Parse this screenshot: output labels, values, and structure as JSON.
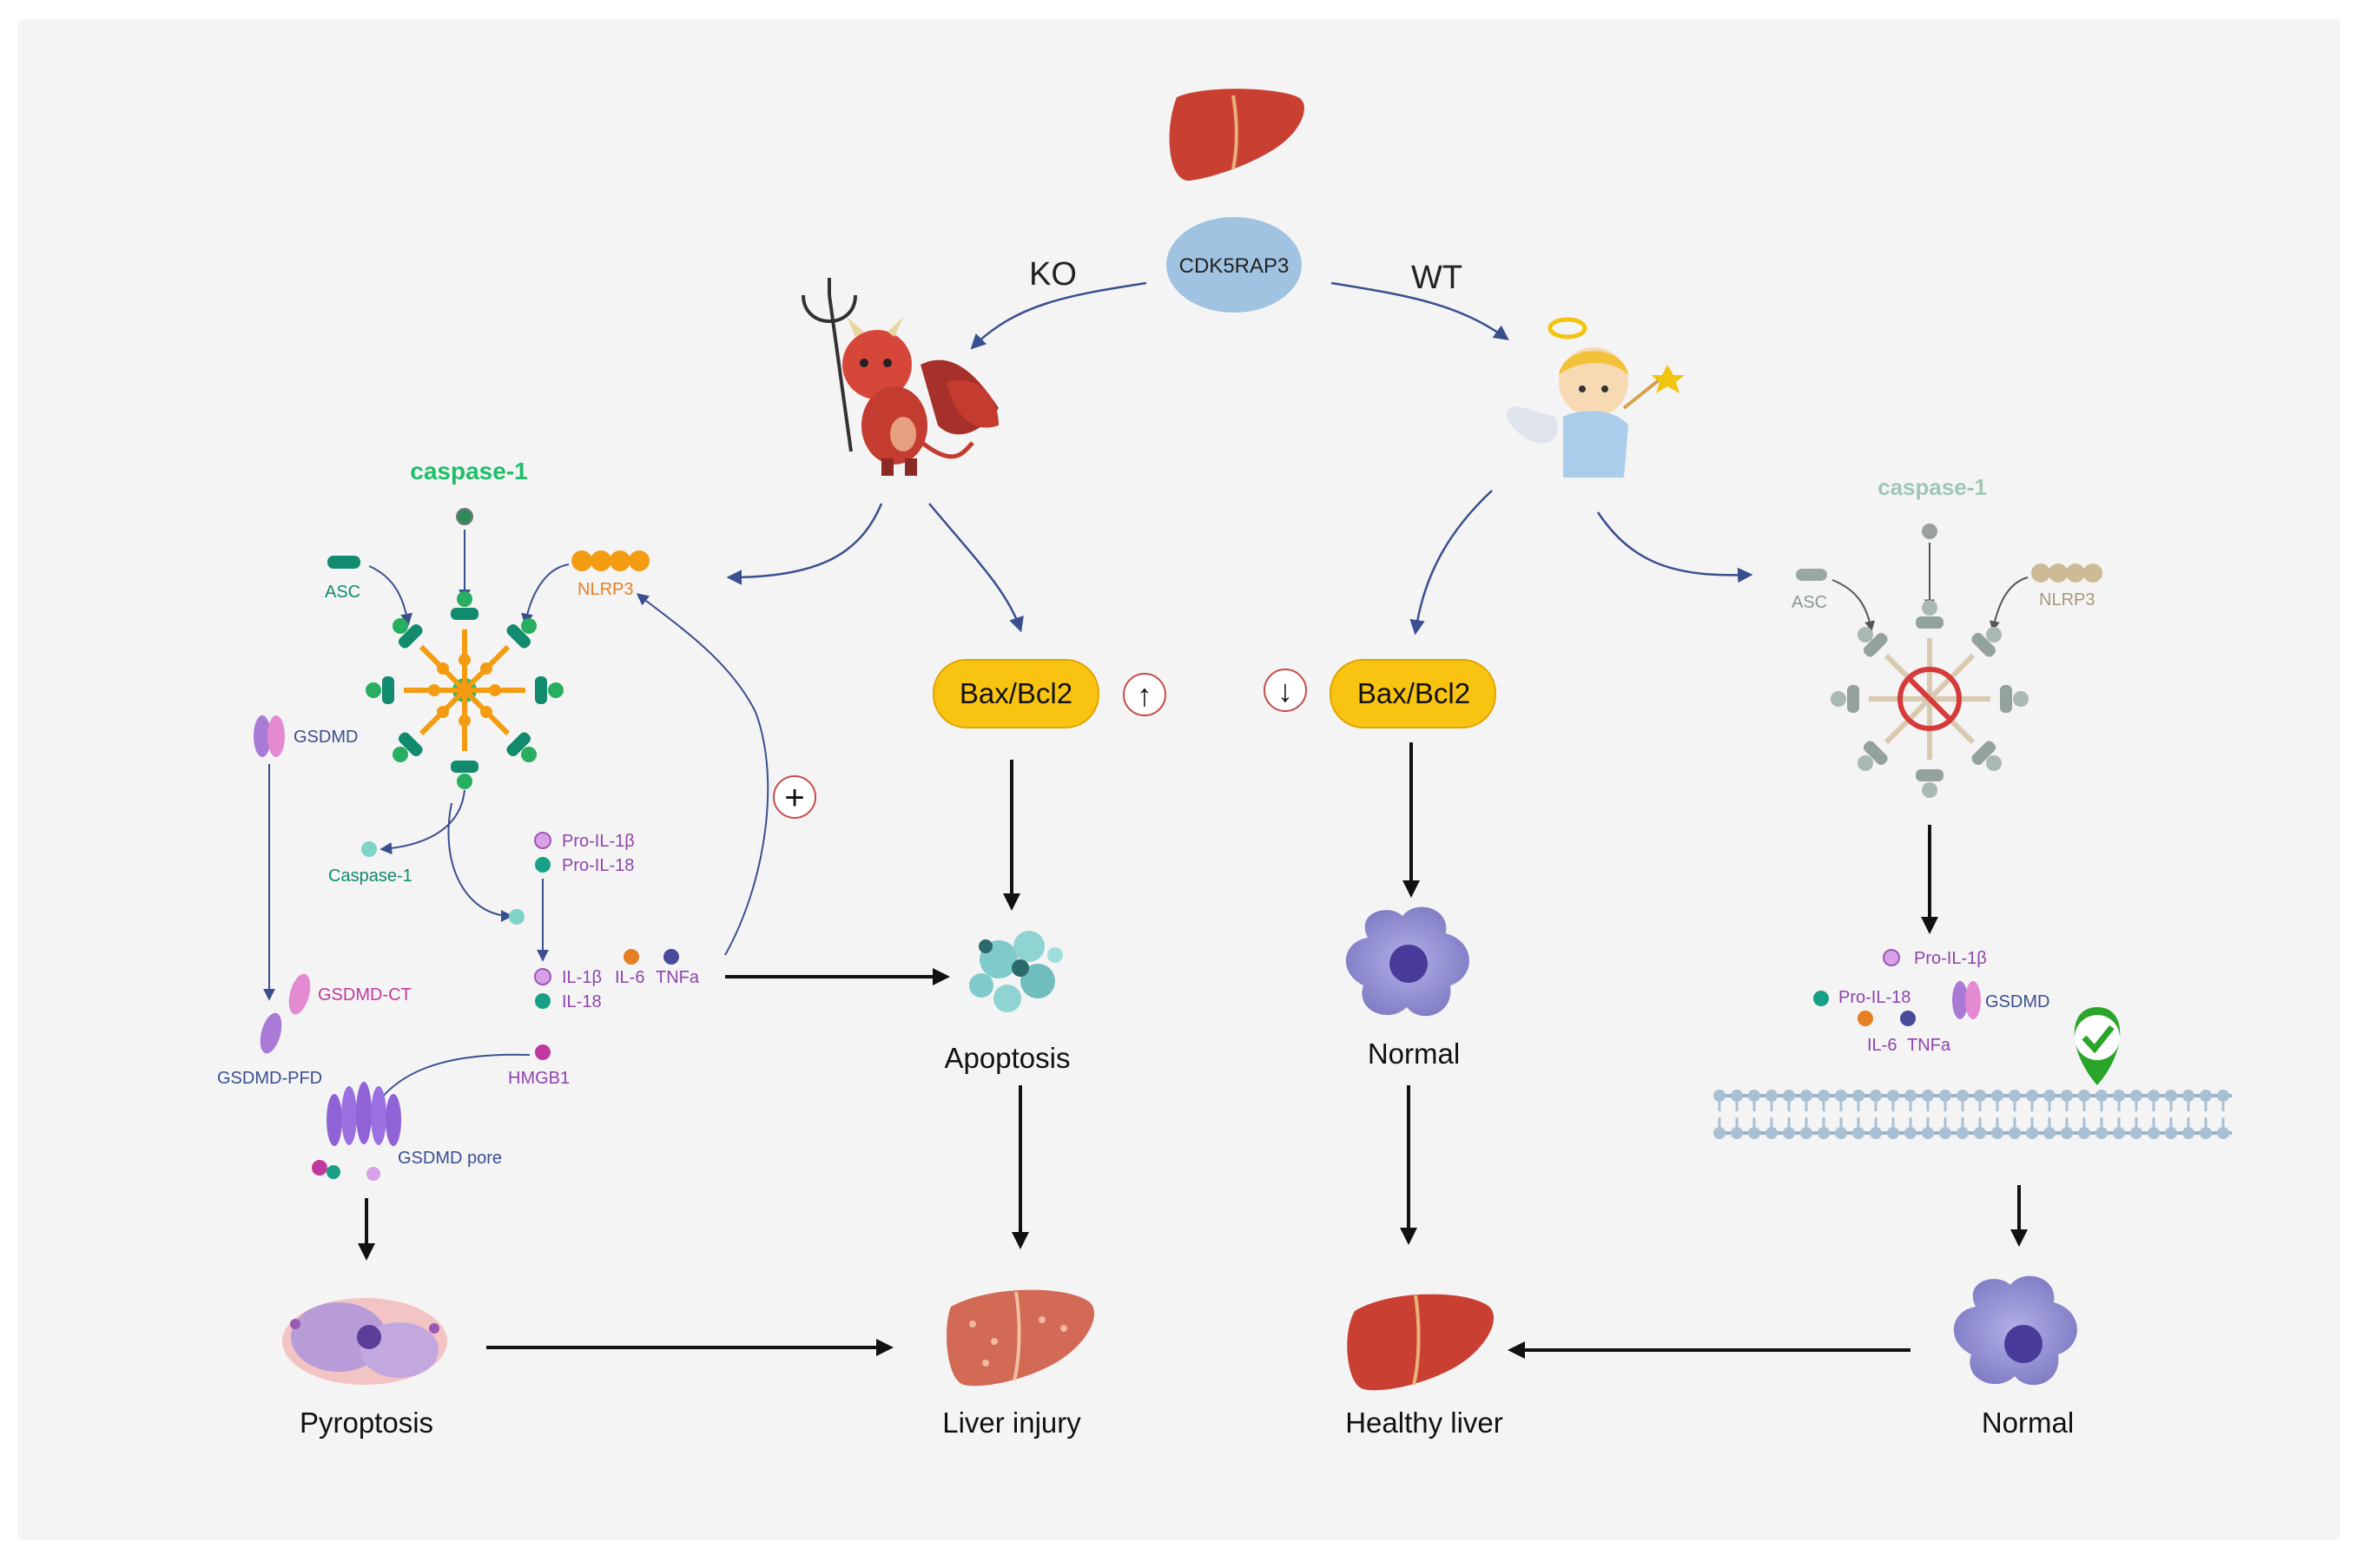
{
  "center": {
    "gene": "CDK5RAP3",
    "ko_label": "KO",
    "wt_label": "WT"
  },
  "left_panel": {
    "caspase_title": "caspase-1",
    "asc": "ASC",
    "nlrp3": "NLRP3",
    "gsdmd": "GSDMD",
    "caspase1_active": "Caspase-1",
    "pro_il1b": "Pro-IL-1β",
    "pro_il18": "Pro-IL-18",
    "il1b": "IL-1β",
    "il18": "IL-18",
    "il6": "IL-6",
    "tnfa": "TNFa",
    "gsdmd_ct": "GSDMD-CT",
    "gsdmd_pfd": "GSDMD-PFD",
    "hmgb1": "HMGB1",
    "gsdmd_pore": "GSDMD pore",
    "pyroptosis": "Pyroptosis",
    "plus_symbol": "+"
  },
  "ko_path": {
    "bax_bcl2": "Bax/Bcl2",
    "up_arrow": "↑",
    "apoptosis": "Apoptosis",
    "liver_injury": "Liver injury"
  },
  "wt_path": {
    "bax_bcl2": "Bax/Bcl2",
    "down_arrow": "↓",
    "normal": "Normal",
    "healthy_liver": "Healthy liver"
  },
  "right_panel": {
    "caspase_title": "caspase-1",
    "asc": "ASC",
    "nlrp3": "NLRP3",
    "pro_il1b": "Pro-IL-1β",
    "pro_il18": "Pro-IL-18",
    "gsdmd": "GSDMD",
    "il6": "IL-6",
    "tnfa": "TNFa",
    "normal": "Normal"
  },
  "colors": {
    "arrow_blue": "#3a4f8f",
    "bax_fill": "#f9c312",
    "gene_fill": "#9fc3e0",
    "caspase_green": "#1fbf6a",
    "nlrp3_orange": "#f39c12",
    "asc_teal": "#118a6e",
    "gsdmd_purple": "#a97ad6",
    "liver_red": "#c94033",
    "cell_purple": "#8c88d0"
  }
}
